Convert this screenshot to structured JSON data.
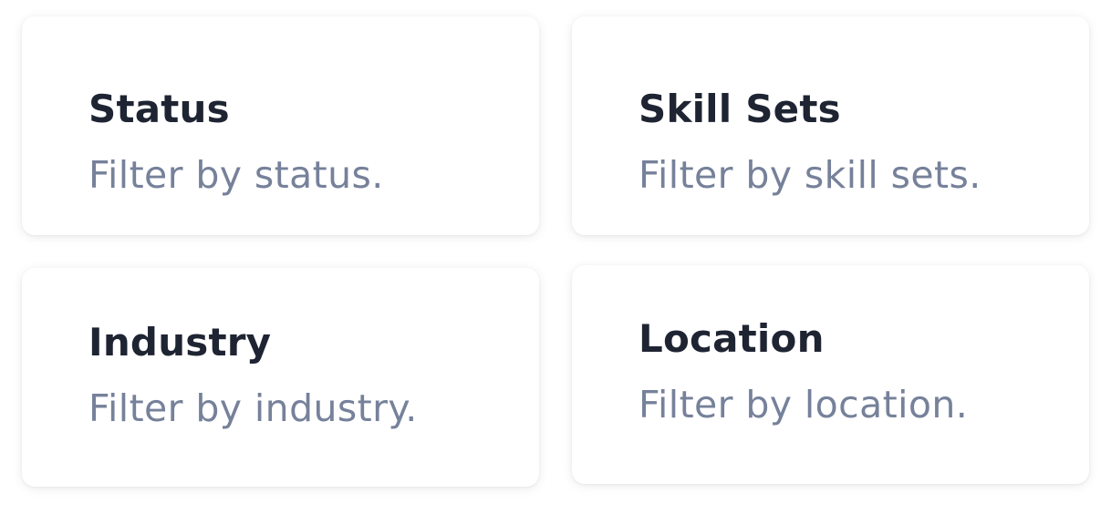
{
  "filters": [
    {
      "title": "Status",
      "description": "Filter by status."
    },
    {
      "title": "Skill Sets",
      "description": "Filter by skill sets."
    },
    {
      "title": "Industry",
      "description": "Filter by industry."
    },
    {
      "title": "Location",
      "description": "Filter by location."
    }
  ],
  "colors": {
    "title": "#1f2433",
    "description": "#76819a",
    "card_background": "#ffffff"
  }
}
